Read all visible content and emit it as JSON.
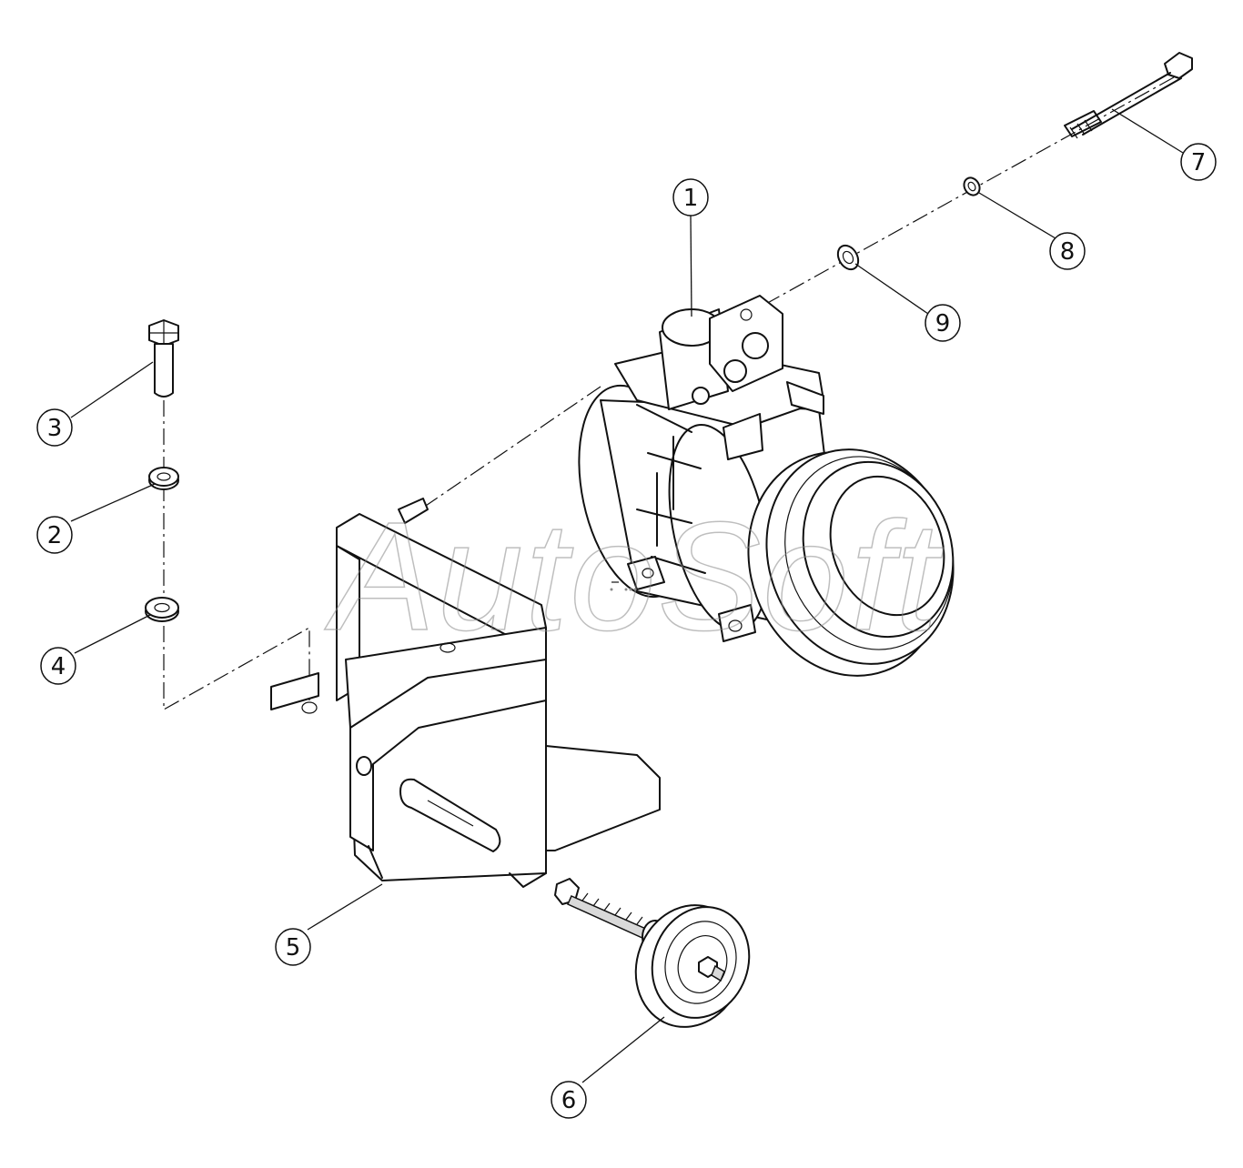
{
  "watermark": "AutoSoft",
  "callouts": [
    {
      "label": "1",
      "part": "compressor"
    },
    {
      "label": "2",
      "part": "lock-washer"
    },
    {
      "label": "3",
      "part": "hex-bolt"
    },
    {
      "label": "4",
      "part": "flat-washer"
    },
    {
      "label": "5",
      "part": "mounting-bracket"
    },
    {
      "label": "6",
      "part": "idler-pulley"
    },
    {
      "label": "7",
      "part": "long-bolt"
    },
    {
      "label": "8",
      "part": "small-washer"
    },
    {
      "label": "9",
      "part": "washer"
    }
  ]
}
